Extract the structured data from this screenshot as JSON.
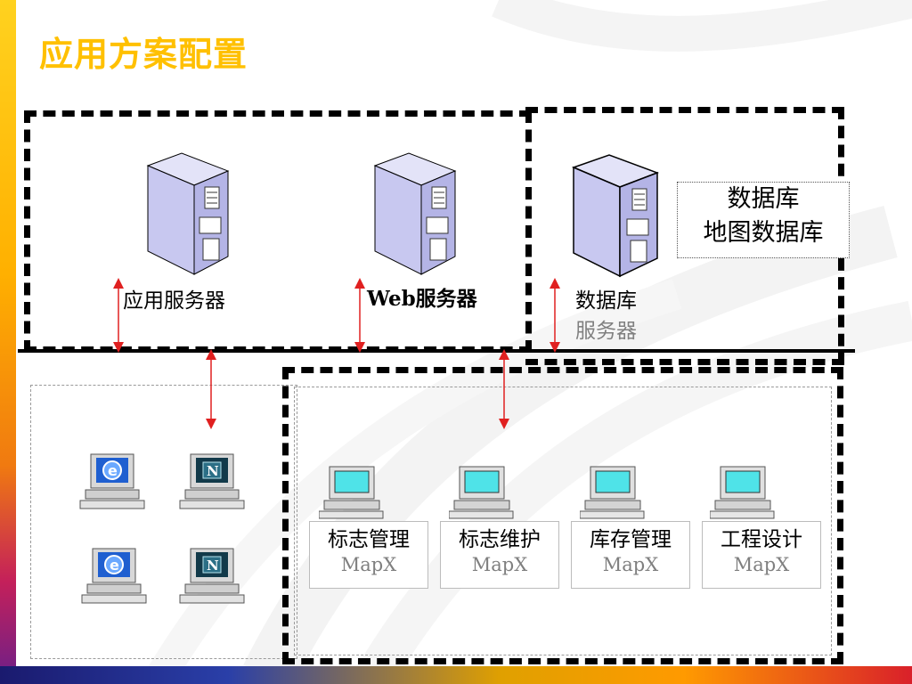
{
  "title": "应用方案配置",
  "servers": {
    "app": {
      "label": "应用服务器",
      "icon": "server-tower-icon"
    },
    "web": {
      "label": "Web服务器",
      "icon": "server-tower-icon"
    },
    "db": {
      "label_line1": "数据库",
      "label_line2": "服务器",
      "icon": "server-tower-icon"
    }
  },
  "db_legend": {
    "line1": "数据库",
    "line2": "地图数据库"
  },
  "browser_clients": [
    {
      "icon": "ie-browser-icon"
    },
    {
      "icon": "netscape-browser-icon"
    },
    {
      "icon": "ie-browser-icon"
    },
    {
      "icon": "netscape-browser-icon"
    }
  ],
  "workstations": [
    {
      "name": "标志管理",
      "sub": "MapX",
      "icon": "desktop-computer-icon"
    },
    {
      "name": "标志维护",
      "sub": "MapX",
      "icon": "desktop-computer-icon"
    },
    {
      "name": "库存管理",
      "sub": "MapX",
      "icon": "desktop-computer-icon"
    },
    {
      "name": "工程设计",
      "sub": "MapX",
      "icon": "desktop-computer-icon"
    }
  ],
  "colors": {
    "title": "#ffc000",
    "link_arrow": "#e02020",
    "server_body": "#c8c8f0",
    "monitor_screen": "#4fe3e8"
  }
}
